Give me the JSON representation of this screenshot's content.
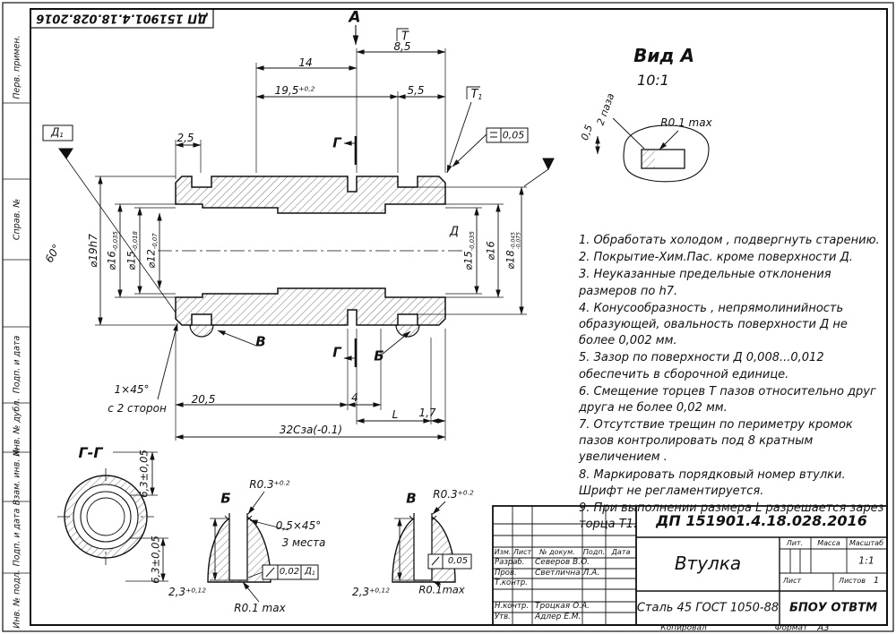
{
  "frame": {
    "stamp_top": "ДП 151901.4.18.028.2016",
    "side": [
      "Перв. примен.",
      "Справ. №",
      "Подп. и дата",
      "Инв. № дубл.",
      "Взам. инв. №",
      "Подп. и дата",
      "Инв. № подл."
    ],
    "footer": {
      "kopiroval": "Копировал",
      "format_label": "Формат",
      "format_value": "А3"
    }
  },
  "main": {
    "view_a": "А",
    "t": "Т",
    "t1": {
      "base": "Т",
      "sub": "1"
    },
    "dim_14": "14",
    "dim_85": "8,5",
    "dim_195": {
      "base": "19,5",
      "sup": "+0,2"
    },
    "dim_55": "5,5",
    "dim_25": "2,5",
    "tol_t": "0,05",
    "d1": {
      "base": "Д",
      "sub": "1"
    },
    "angle_60": "60°",
    "dia19": "⌀19h7",
    "dia16_left": {
      "base": "⌀16",
      "tol": "-0,035"
    },
    "dia15_left": {
      "base": "⌀15",
      "tol": "-0,018"
    },
    "dia12": {
      "base": "⌀12",
      "tol": "-0,07"
    },
    "datum_d": "Д",
    "dia15_right": {
      "base": "⌀15",
      "tol": "-0,035"
    },
    "dia16_right": "⌀16",
    "dia18": {
      "base": "⌀18",
      "tol_top": "-0,045",
      "tol_bot": "-0,075"
    },
    "g_top": "Г",
    "g_bottom": "Г",
    "v": "В",
    "b": "Б",
    "chamfer": "1×45°",
    "chamfer_note": "с 2 сторон",
    "dim_205": "20,5",
    "dim_4": "4",
    "dim_17": "1,7",
    "dim_32": "32Сза(-0.1)",
    "l": "L"
  },
  "view_a": {
    "title": "Вид А",
    "scale": "10:1",
    "r": "R0.1 max",
    "dim": "0,5",
    "note": "2 паза"
  },
  "req": {
    "items": [
      "1. Обработать холодом , подвергнуть старению.",
      "2. Покрытие-Хим.Пас. кроме поверхности Д.",
      "3. Неуказанные предельные отклонения размеров по h7.",
      "4. Конусообразность , непрямолинийность образующей, овальность поверхности Д не более 0,002 мм.",
      "5. Зазор по поверхности Д 0,008...0,012 обеспечить в сборочной единице.",
      "6. Смещение торцев Т пазов относительно друг друга не более 0,02 мм.",
      "7. Отсутствие трещин по периметру кромок пазов контролировать под 8 кратным увеличением .",
      "8. Маркировать порядковый номер втулки. Шрифт не регламентируется.",
      "9. При выполнении размера L разрешается зарез торца Т1."
    ]
  },
  "gg": {
    "title": "Г-Г",
    "dim1": "6,3±0,05",
    "dim2": "6,3±0,05"
  },
  "detail_b": {
    "title": "Б",
    "r_corner": {
      "base": "R0.3",
      "sup": "+0.2"
    },
    "chamfer": "0,5×45°",
    "places": "3 места",
    "tol_value": "0,02",
    "tol_datum": {
      "base": "Д",
      "sub": "1"
    },
    "depth": {
      "base": "2,3",
      "sup": "+0,12"
    },
    "r_bottom": "R0.1 max"
  },
  "detail_v": {
    "title": "В",
    "r_corner": {
      "base": "R0.3",
      "sup": "+0.2"
    },
    "tol_value": "0,05",
    "depth": {
      "base": "2,3",
      "sup": "+0,12"
    },
    "r_bottom": "R0.1max"
  },
  "tb": {
    "header": [
      "Изм.",
      "Лист",
      "№ докум.",
      "Подп.",
      "Дата"
    ],
    "rows": [
      {
        "label": "Разраб.",
        "name": "Северов В.О."
      },
      {
        "label": "Пров.",
        "name": "Светлична Л.А."
      },
      {
        "label": "Т.контр.",
        "name": ""
      },
      {
        "label": "Н.контр.",
        "name": "Троцкая О.А."
      },
      {
        "label": "Утв.",
        "name": "Адлер Е.М."
      }
    ],
    "doc_number": "ДП 151901.4.18.028.2016",
    "part_name": "Втулка",
    "lit_label": "Лит.",
    "mass_label": "Масса",
    "scale_label": "Масштаб",
    "scale_value": "1:1",
    "sheet_label": "Лист",
    "sheets_label": "Листов",
    "sheets_value": "1",
    "material": "Сталь 45 ГОСТ 1050-88",
    "org": "БПОУ ОТВТМ"
  }
}
